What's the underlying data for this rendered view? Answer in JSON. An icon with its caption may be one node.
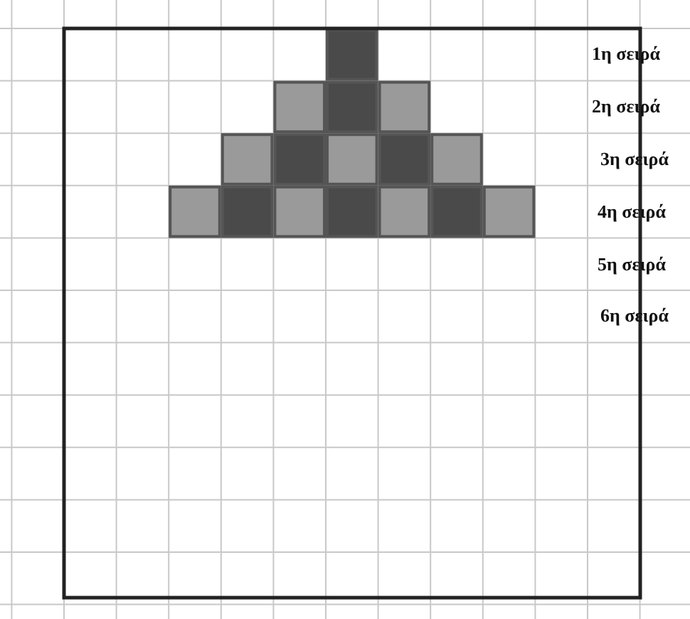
{
  "diagram": {
    "labels": [
      "1η σειρά",
      "2η σειρά",
      "3η σειρά",
      "4η σειρά",
      "5η σειρά",
      "6η σειρά"
    ]
  }
}
